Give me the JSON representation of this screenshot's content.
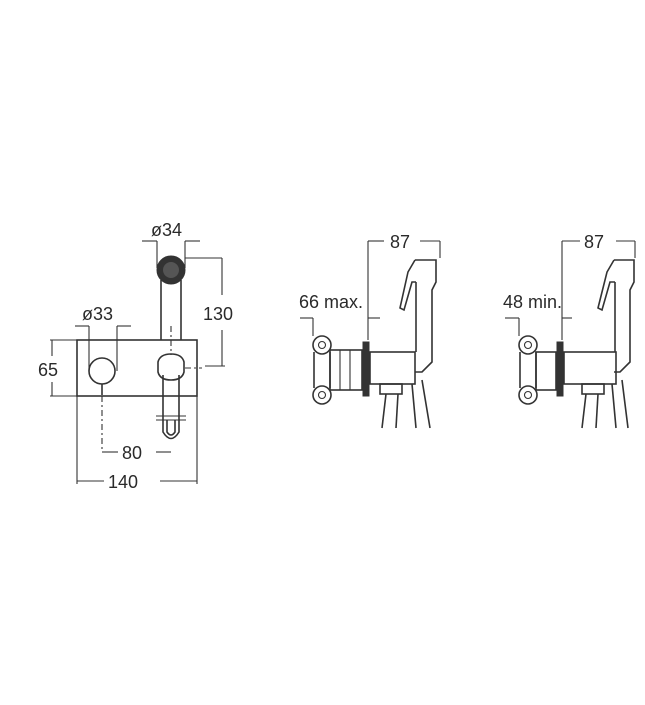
{
  "views": [
    {
      "name": "front-view",
      "dimensions": {
        "head_diameter": "ø34",
        "knob_diameter": "ø33",
        "height_to_head": "130",
        "plate_height": "65",
        "center_distance": "80",
        "plate_width": "140"
      }
    },
    {
      "name": "side-view-max",
      "dimensions": {
        "projection": "87",
        "wall_depth": "66 max."
      }
    },
    {
      "name": "side-view-min",
      "dimensions": {
        "projection": "87",
        "wall_depth": "48 min."
      }
    }
  ],
  "colors": {
    "line": "#333333",
    "background": "#ffffff"
  }
}
